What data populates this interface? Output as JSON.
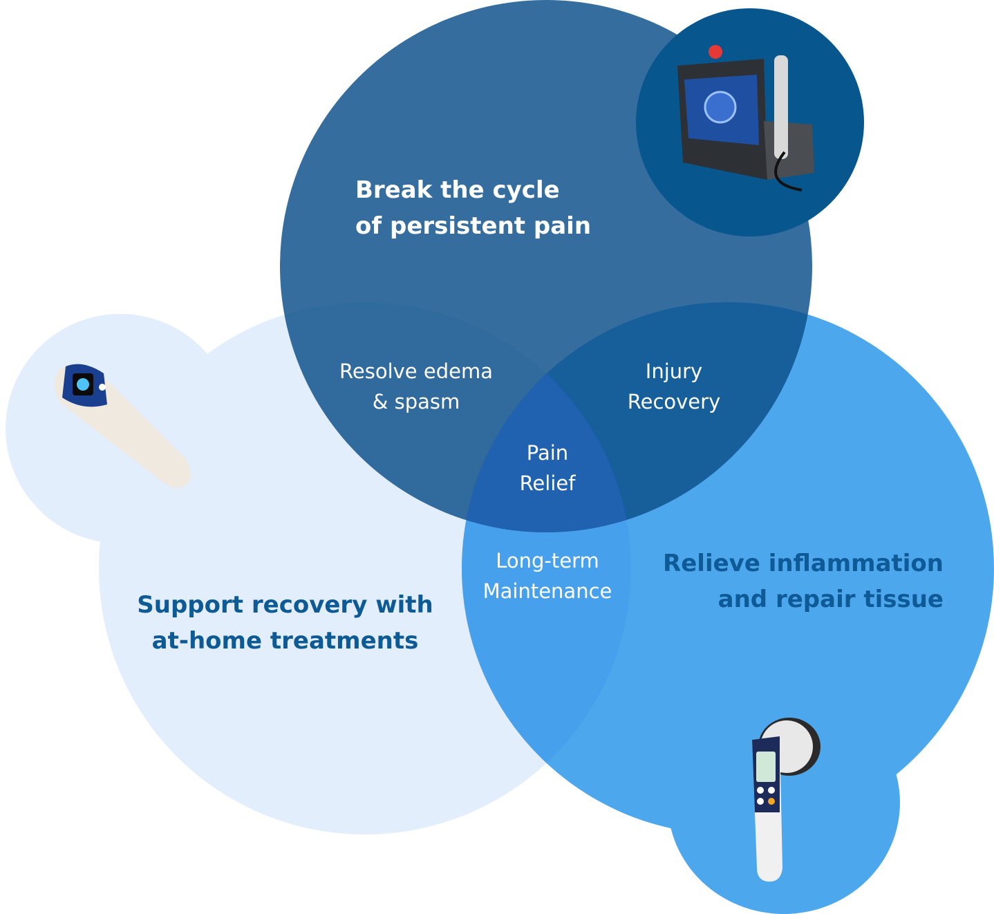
{
  "labels": {
    "top_heading": "Break the cycle\nof persistent pain",
    "edema_spasm": "Resolve edema\n& spasm",
    "injury_recovery": "Injury\nRecovery",
    "pain_relief": "Pain\nRelief",
    "long_term": "Long-term\nMaintenance",
    "right_heading": "Relieve inflammation\nand repair tissue",
    "left_heading": "Support recovery with\nat-home treatments"
  },
  "colors": {
    "top_circle": "#3674a1",
    "top_small_circle": "#07568e",
    "left_circle": "#e3eefc",
    "right_circle": "#4da7ec",
    "center_overlap": "#124591",
    "heading_dark": "#0d5a95"
  },
  "icons": [
    "laser-device-icon",
    "handheld-device-icon",
    "ultrasound-device-icon"
  ]
}
